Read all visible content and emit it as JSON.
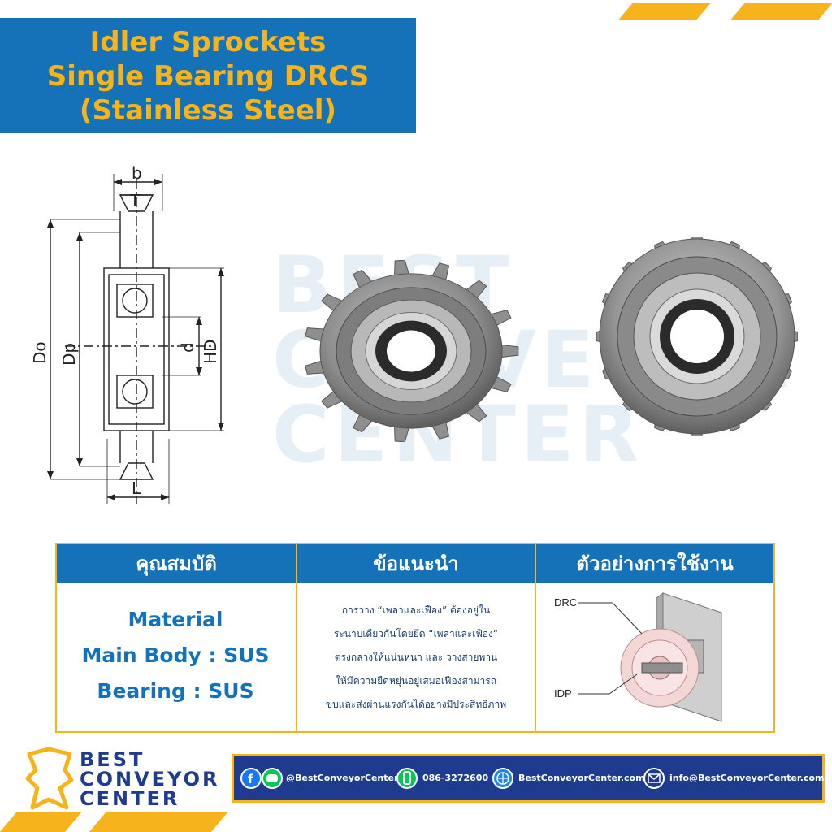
{
  "title": {
    "line1": "Idler Sprockets",
    "line2": "Single Bearing DRCS",
    "line3": "(Stainless Steel)"
  },
  "drawing": {
    "labels": {
      "b": "b",
      "T": "T",
      "Do": "Do",
      "Dp": "Dp",
      "d": "d",
      "HD": "HD",
      "L": "L"
    }
  },
  "watermark": {
    "line1": "BEST",
    "line2": "CONVEYOR",
    "line3": "CENTER"
  },
  "table": {
    "headers": [
      "คุณสมบัติ",
      "ข้อแนะนำ",
      "ตัวอย่างการใช้งาน"
    ],
    "properties": {
      "line1": "Material",
      "line2": "Main Body : SUS",
      "line3": "Bearing : SUS"
    },
    "advice": [
      "การวาง “เพลาและเฟือง” ต้องอยู่ใน",
      "ระนาบเดียวกันโดยยึด “เพลาและเฟือง“",
      "ตรงกลางให้แน่นหนา และ วางสายพาน",
      "ให้มีความยืดหยุ่นอยู่เสมอเฟืองสามารถ",
      "ขบและส่งผ่านแรงกันได้อย่างมีประสิทธิภาพ"
    ],
    "example": {
      "label_top": "DRC",
      "label_bottom": "IDP"
    }
  },
  "logo": {
    "line1": "BEST",
    "line2": "CONVEYOR",
    "line3": "CENTER"
  },
  "footer": {
    "social": "@BestConveyorCenter",
    "phone": "086-3272600",
    "website": "BestConveyorCenter.com",
    "email": "info@BestConveyorCenter.com"
  },
  "colors": {
    "brand_blue": "#1572b9",
    "accent_yellow": "#f6b31b",
    "dark_blue": "#1e3b8f"
  },
  "icons": [
    "facebook-icon",
    "line-icon",
    "phone-icon",
    "globe-icon",
    "mail-icon"
  ]
}
